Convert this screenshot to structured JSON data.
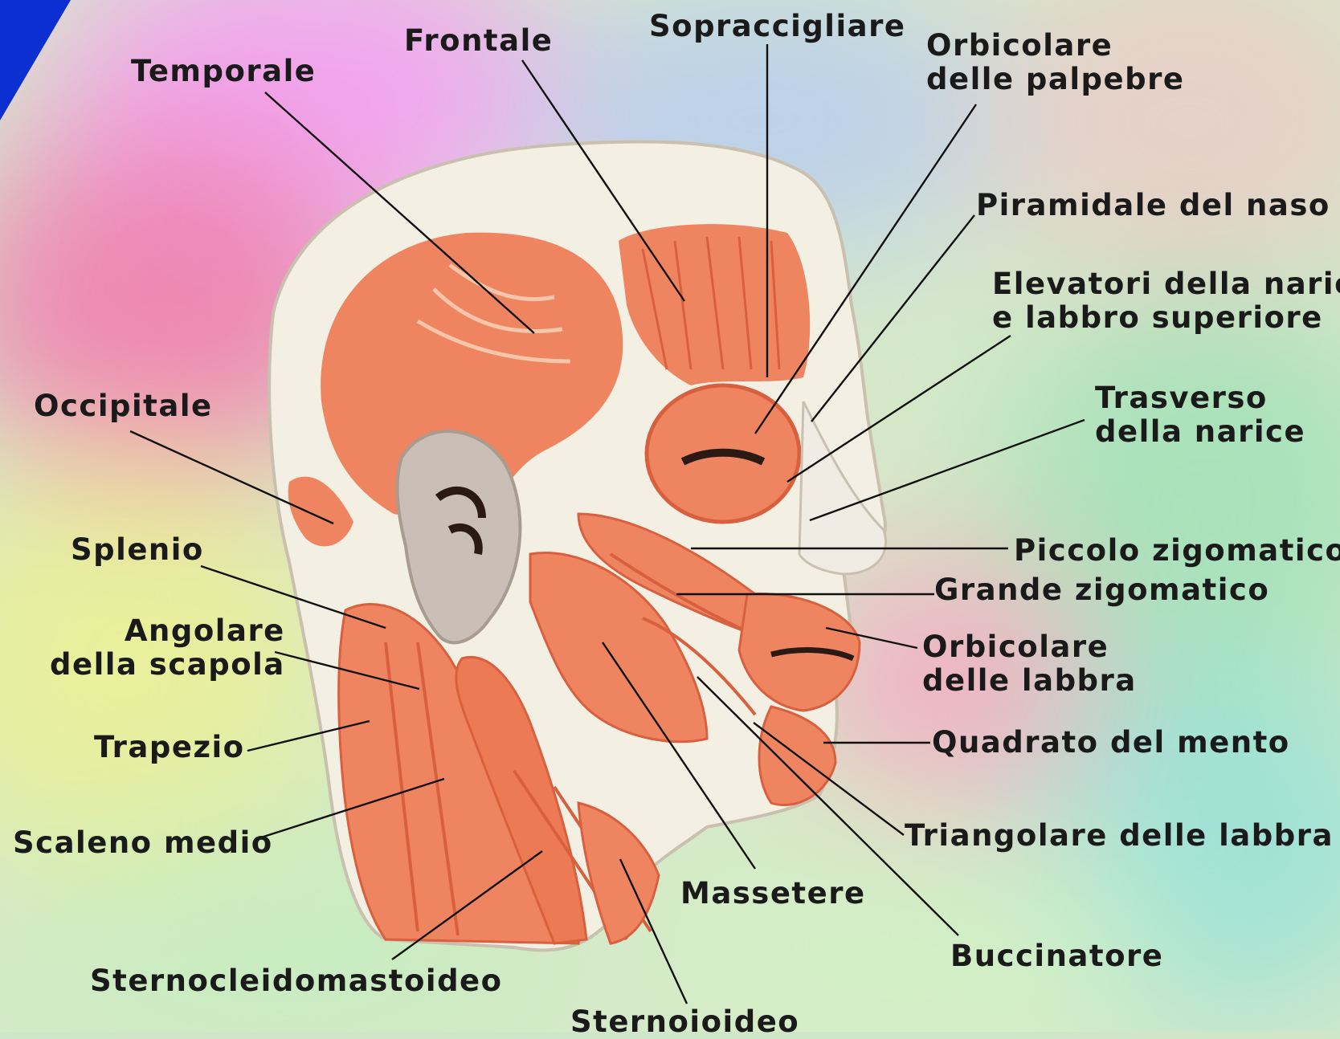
{
  "colors": {
    "muscle": "#ef8560",
    "muscle_dark": "#d9603f",
    "skin": "#f2efe4",
    "ear": "#c9bfb6",
    "leader_line": "#111111",
    "corner_triangle": "#0b2fd0"
  },
  "labels": {
    "frontale": "Frontale",
    "sopraccigliare": "Sopraccigliare",
    "temporale": "Temporale",
    "orbicolare_palpebre": [
      "Orbicolare",
      "delle palpebre"
    ],
    "piramidale_naso": "Piramidale del naso",
    "elevatori": [
      "Elevatori della narice",
      "e labbro superiore"
    ],
    "trasverso": [
      "Trasverso",
      "della narice"
    ],
    "occipitale": "Occipitale",
    "splenio": "Splenio",
    "angolare": [
      "Angolare",
      "della scapola"
    ],
    "piccolo_zigomatico": "Piccolo zigomatico",
    "grande_zigomatico": "Grande zigomatico",
    "orbicolare_labbra": [
      "Orbicolare",
      "delle labbra"
    ],
    "trapezio": "Trapezio",
    "quadrato_mento": "Quadrato del mento",
    "scaleno_medio": "Scaleno medio",
    "triangolare_labbra": "Triangolare delle labbra",
    "massetere": "Massetere",
    "sternocleidomastoideo": "Sternocleidomastoideo",
    "buccinatore": "Buccinatore",
    "sternoioideo": "Sternoioideo"
  }
}
